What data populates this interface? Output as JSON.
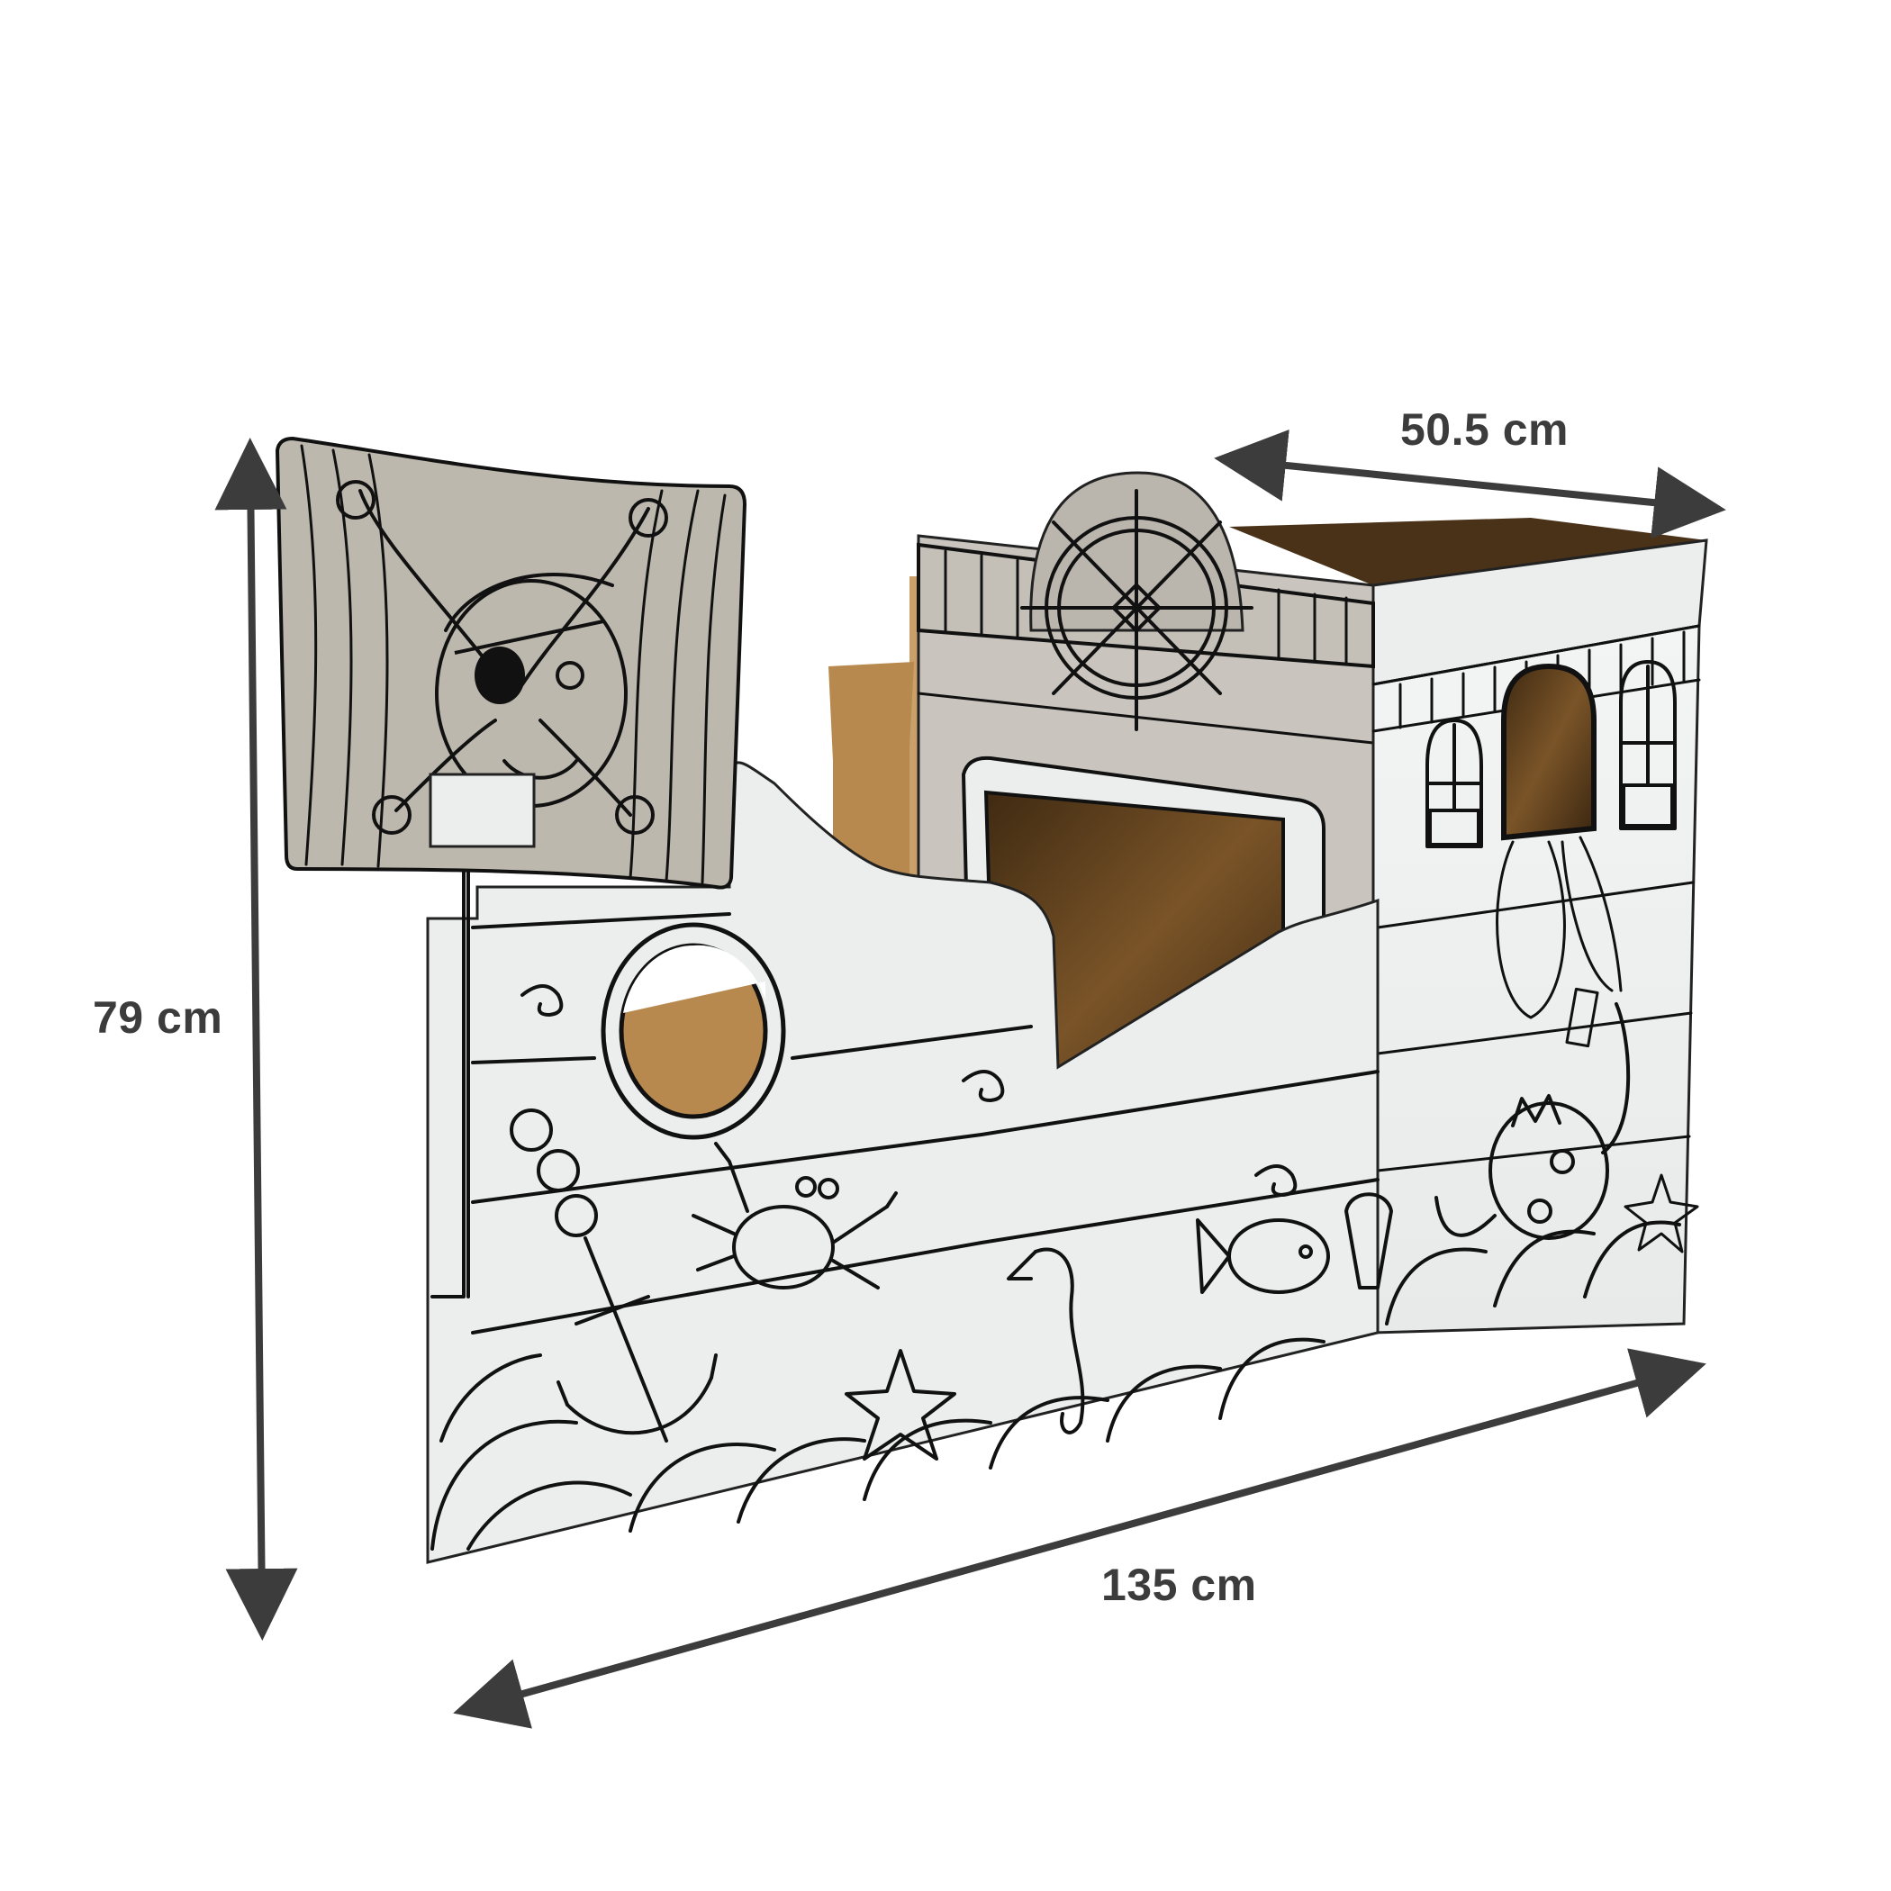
{
  "product": {
    "subject": "cardboard pirate ship playhouse (colour-in)",
    "colors": {
      "background": "#ffffff",
      "cardboard_white": "#eef0f0",
      "cardboard_gray_side": "#c9c5be",
      "flag_gray": "#bdb8ae",
      "kraft_brown": "#b8894f",
      "interior_dark": "#5a3d1c",
      "line_art": "#111111",
      "dimension_arrow": "#3c3c3c"
    }
  },
  "dimensions": {
    "height": {
      "label": "79 cm",
      "value": 79,
      "unit": "cm"
    },
    "depth": {
      "label": "50.5 cm",
      "value": 50.5,
      "unit": "cm"
    },
    "length": {
      "label": "135 cm",
      "value": 135,
      "unit": "cm"
    }
  },
  "illustrations": [
    "skull-flag-icon",
    "ship-wheel-icon",
    "porthole-icon",
    "anchor-icon",
    "crab-icon",
    "starfish-icon",
    "seahorse-icon",
    "fish-icon",
    "shell-icon",
    "octopus-icon",
    "necklace-icon",
    "wave-icon"
  ]
}
